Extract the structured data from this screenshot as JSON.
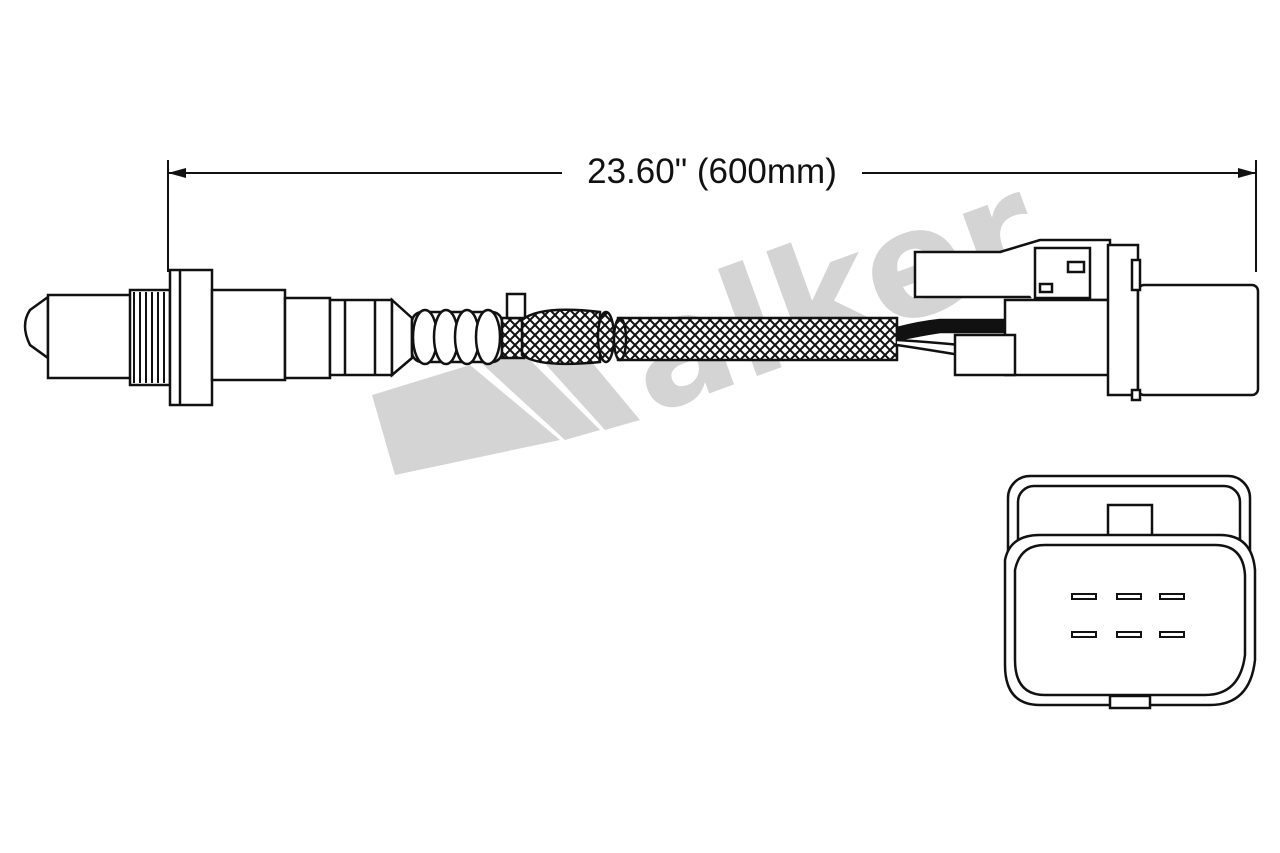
{
  "dimension": {
    "label": "23.60\" (600mm)"
  },
  "watermark": {
    "text": "Walker",
    "color": "#d4d4d4"
  },
  "colors": {
    "line": "#111111",
    "background": "#ffffff"
  },
  "connector_face": {
    "pin_rows": 2,
    "pins_per_row": 3
  }
}
